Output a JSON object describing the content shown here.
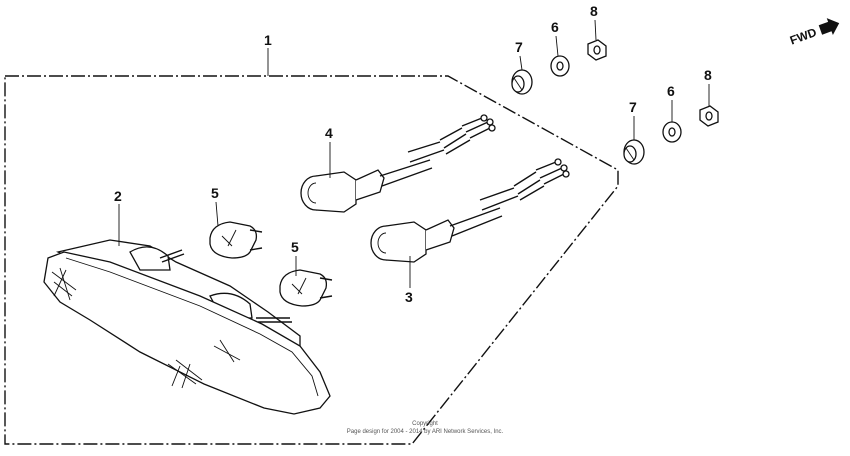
{
  "direction_marker": {
    "label": "FWD"
  },
  "callouts": [
    {
      "id": "c1",
      "label": "1"
    },
    {
      "id": "c2",
      "label": "2"
    },
    {
      "id": "c3",
      "label": "3"
    },
    {
      "id": "c4",
      "label": "4"
    },
    {
      "id": "c5a",
      "label": "5"
    },
    {
      "id": "c5b",
      "label": "5"
    },
    {
      "id": "c6a",
      "label": "6"
    },
    {
      "id": "c6b",
      "label": "6"
    },
    {
      "id": "c7a",
      "label": "7"
    },
    {
      "id": "c7b",
      "label": "7"
    },
    {
      "id": "c8a",
      "label": "8"
    },
    {
      "id": "c8b",
      "label": "8"
    }
  ],
  "copyright": {
    "line1": "Copyright",
    "line2": "Page design for 2004 - 2014 by ARI Network Services, Inc."
  }
}
